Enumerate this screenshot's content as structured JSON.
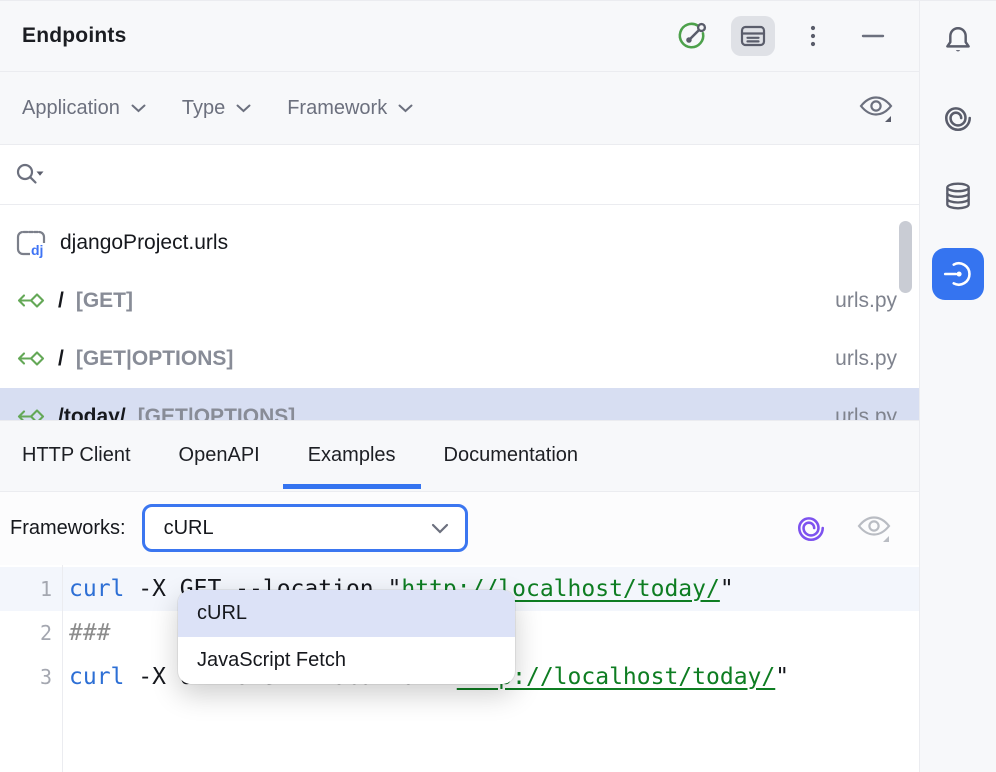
{
  "header": {
    "title": "Endpoints",
    "actions": [
      {
        "name": "endpoints-status",
        "icon": "route-status-icon"
      },
      {
        "name": "show-details",
        "icon": "details-view-icon",
        "toggled": true
      },
      {
        "name": "more-options",
        "icon": "kebab-menu-icon"
      },
      {
        "name": "hide-tool-window",
        "icon": "minimize-icon"
      }
    ]
  },
  "filter_bar": {
    "filters": [
      {
        "label": "Application"
      },
      {
        "label": "Type"
      },
      {
        "label": "Framework"
      }
    ],
    "view_options_icon": "eye-icon"
  },
  "search": {
    "value": ""
  },
  "endpoint_list": {
    "group": {
      "label": "djangoProject.urls",
      "icon": "django-module-icon"
    },
    "rows": [
      {
        "path": "/",
        "methods": "[GET]",
        "file": "urls.py",
        "selected": false
      },
      {
        "path": "/",
        "methods": "[GET|OPTIONS]",
        "file": "urls.py",
        "selected": false
      },
      {
        "path": "/today/",
        "methods": "[GET|OPTIONS]",
        "file": "urls.py",
        "selected": true
      }
    ]
  },
  "detail_tabs": [
    {
      "label": "HTTP Client",
      "active": false
    },
    {
      "label": "OpenAPI",
      "active": false
    },
    {
      "label": "Examples",
      "active": true
    },
    {
      "label": "Documentation",
      "active": false
    }
  ],
  "frameworks": {
    "label": "Frameworks:",
    "selected": "cURL",
    "dropdown_options": [
      {
        "label": "cURL",
        "highlighted": true
      },
      {
        "label": "JavaScript Fetch",
        "highlighted": false
      }
    ]
  },
  "code": {
    "lines": [
      {
        "number": "1",
        "current": true,
        "tokens": [
          {
            "text": "curl",
            "type": "command"
          },
          {
            "text": " -X GET --location ",
            "type": "plain"
          },
          {
            "text": "\"",
            "type": "plain"
          },
          {
            "text": "http://localhost/today/",
            "type": "url"
          },
          {
            "text": "\"",
            "type": "plain"
          }
        ]
      },
      {
        "number": "2",
        "current": false,
        "tokens": [
          {
            "text": "###",
            "type": "comment"
          }
        ]
      },
      {
        "number": "3",
        "current": false,
        "tokens": [
          {
            "text": "curl",
            "type": "command"
          },
          {
            "text": " -X OPTIONS --location ",
            "type": "plain"
          },
          {
            "text": "\"",
            "type": "plain"
          },
          {
            "text": "http://localhost/today/",
            "type": "url"
          },
          {
            "text": "\"",
            "type": "plain"
          }
        ]
      }
    ]
  },
  "right_toolbar": {
    "items": [
      {
        "name": "notifications",
        "icon": "bell-icon",
        "active": false
      },
      {
        "name": "ai-assistant",
        "icon": "ai-spiral-icon",
        "active": false
      },
      {
        "name": "database",
        "icon": "database-icon",
        "active": false
      },
      {
        "name": "endpoints",
        "icon": "endpoints-icon",
        "active": true
      }
    ]
  },
  "colors": {
    "accent_blue": "#3574f0",
    "selected_row": "#d7def2",
    "dropdown_highlight": "#dce2f7",
    "endpoint_green": "#64a857",
    "status_green": "#4da14b",
    "ai_purple": "#7d52ef",
    "command_blue": "#2d6fd5",
    "string_green": "#0e7d22",
    "comment_gray": "#8c8c8c",
    "current_line": "#f3f6fc",
    "panel_gray": "#f7f8fa",
    "border_gray": "#ebecf0"
  }
}
